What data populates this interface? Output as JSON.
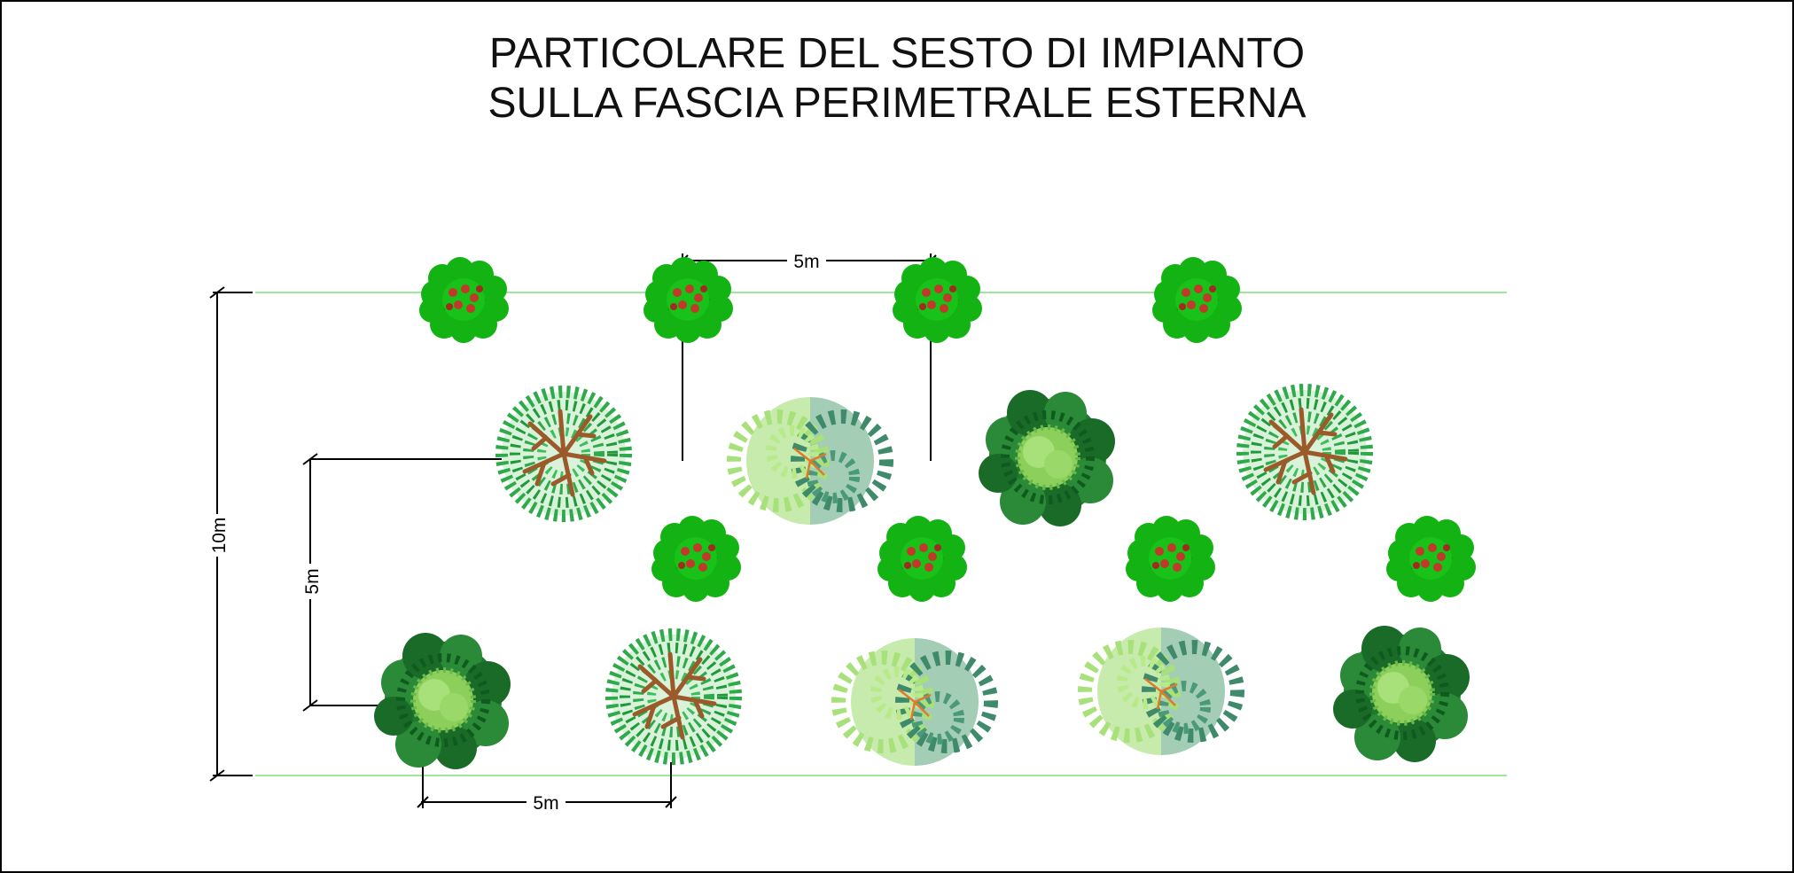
{
  "title": {
    "line1": "PARTICOLARE DEL SESTO DI IMPIANTO",
    "line2": "SULLA FASCIA PERIMETRALE ESTERNA"
  },
  "dimensions": {
    "top_spacing": "5m",
    "band_width": "10m",
    "row_offset": "5m",
    "bottom_spacing": "5m"
  },
  "colors": {
    "guide_line": "#7fe07f",
    "shrub_green": "#12b312",
    "shrub_dark": "#0a8a0a",
    "berry": "#c0392b",
    "tree_green_a": "#2faa4a",
    "tree_green_b": "#1f7a2e",
    "tree_light": "#a8e07a",
    "tree_teal": "#4a9a78",
    "branch": "#9a5a2a"
  },
  "legend_icons": [
    "shrub-icon",
    "tree-branched-icon",
    "tree-bicolor-icon",
    "tree-dense-icon"
  ]
}
